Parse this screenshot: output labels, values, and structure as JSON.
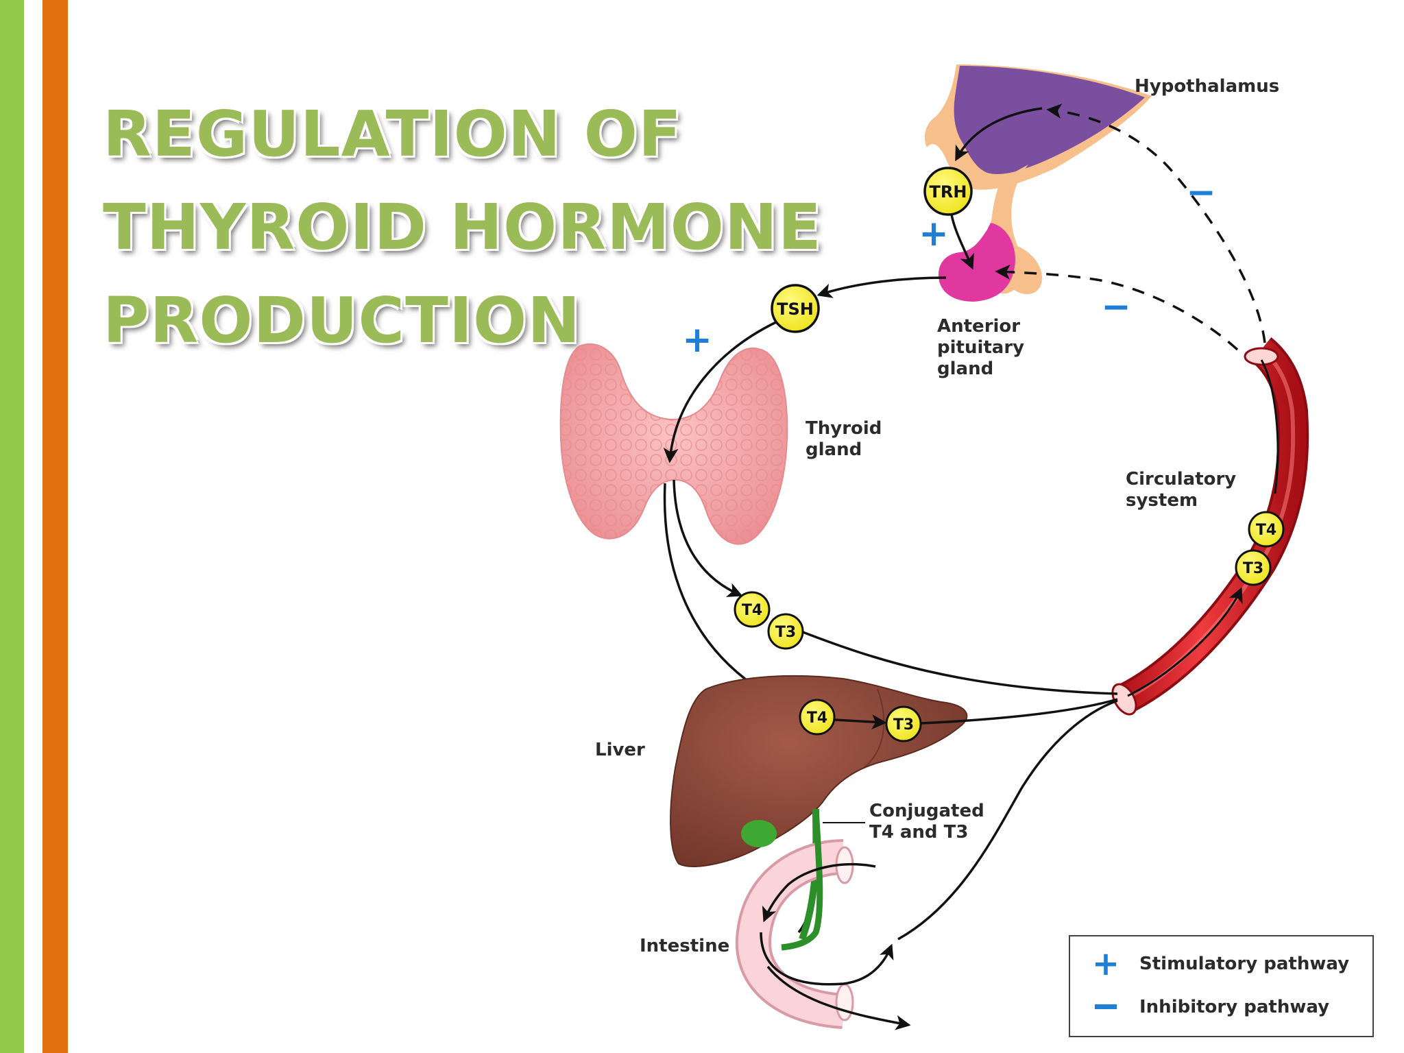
{
  "title": {
    "line1": "REGULATION OF",
    "line2": "THYROID HORMONE",
    "line3": "PRODUCTION"
  },
  "labels": {
    "hypothalamus": "Hypothalamus",
    "anterior_pituitary": [
      "Anterior",
      "pituitary",
      "gland"
    ],
    "thyroid_gland": [
      "Thyroid",
      "gland"
    ],
    "circulatory_system": [
      "Circulatory",
      "system"
    ],
    "liver": "Liver",
    "conjugated": [
      "Conjugated",
      "T4 and T3"
    ],
    "intestine": "Intestine"
  },
  "hormones": {
    "trh": "TRH",
    "tsh": "TSH",
    "t4": "T4",
    "t3": "T3"
  },
  "signs": {
    "plus": "+",
    "minus": "−"
  },
  "legend": {
    "stimulatory": "Stimulatory pathway",
    "inhibitory": "Inhibitory pathway"
  },
  "colors": {
    "title_green": "#9bbb59",
    "accent_green": "#92c94b",
    "accent_orange": "#e2700f",
    "hormone_yellow": "#f2ec21",
    "stimulatory_blue": "#1f7fd6",
    "inhibitory_blue": "#1f7fd6",
    "vessel_red": "#e0242b",
    "liver_brown": "#8b4a3c",
    "thyroid_pink": "#f0a0a3",
    "hypothalamus_purple": "#7b4fa0",
    "pituitary_magenta": "#e0389f"
  }
}
